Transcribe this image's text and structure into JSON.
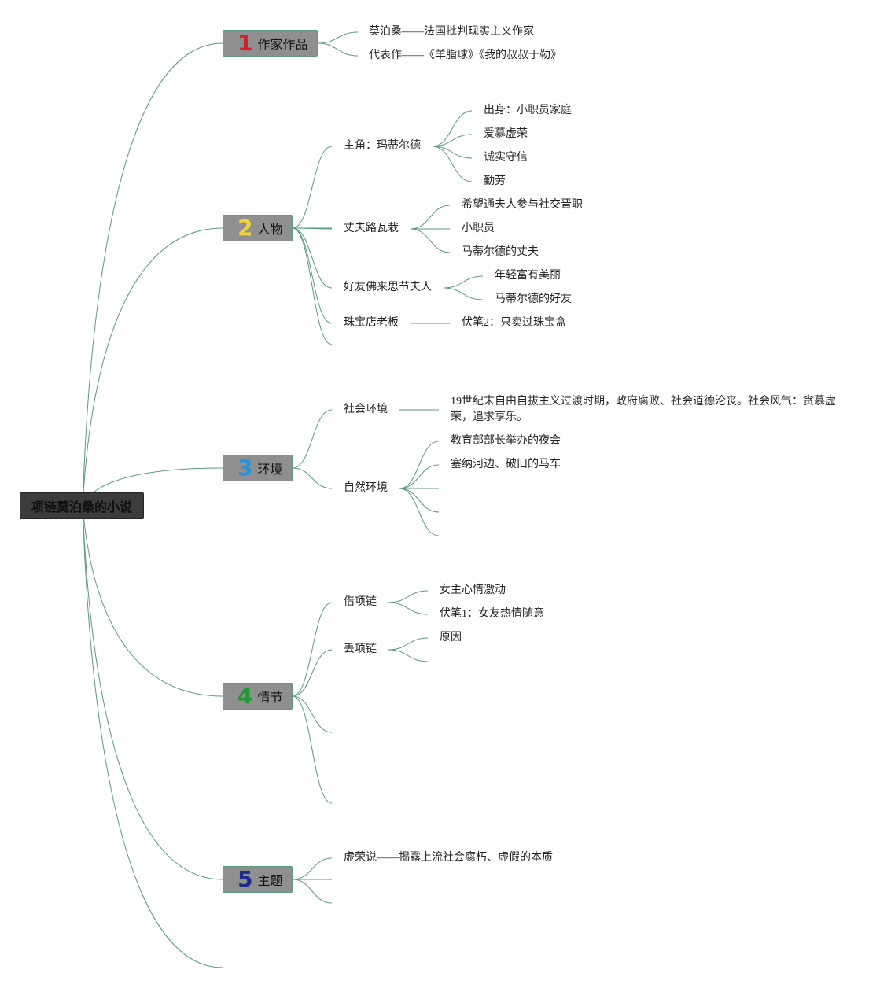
{
  "root": "项链莫泊桑的小说",
  "colors": {
    "line": "#5b9a80",
    "root_bg": "#3c3c3c",
    "branch_bg": "#8f8f8f",
    "num1": "#d0202a",
    "num2": "#f2d23a",
    "num3": "#2a90d8",
    "num4": "#1e9a2e",
    "num5": "#1c2a8c"
  },
  "branches": [
    {
      "num": "1",
      "label": "作家作品",
      "topics": [
        {
          "label": "莫泊桑——法国批判现实主义作家"
        },
        {
          "label": "代表作——《羊脂球》《我的叔叔于勒》"
        }
      ]
    },
    {
      "num": "2",
      "label": "人物",
      "topics": [
        {
          "label": "主角：玛蒂尔德",
          "children": [
            "出身：小职员家庭",
            "爱慕虚荣",
            "诚实守信",
            "勤劳"
          ]
        },
        {
          "label": "丈夫路瓦栽",
          "children": [
            "希望通夫人参与社交晋职",
            "小职员",
            "马蒂尔德的丈夫"
          ]
        },
        {
          "label": "好友佛来思节夫人",
          "children": [
            "年轻富有美丽",
            "马蒂尔德的好友"
          ]
        },
        {
          "label": "珠宝店老板",
          "children": [
            "伏笔2：只卖过珠宝盒"
          ]
        }
      ]
    },
    {
      "num": "3",
      "label": "环境",
      "topics": [
        {
          "label": "社会环境",
          "children": [
            "19世纪末自由自拔主义过渡时期，政府腐败、社会道德沦丧。社会风气：贪慕虚荣，追求享乐。"
          ]
        },
        {
          "label": "自然环境",
          "children": [
            "教育部部长举办的夜会",
            "塞纳河边、破旧的马车"
          ]
        }
      ]
    },
    {
      "num": "4",
      "label": "情节",
      "topics": [
        {
          "label": "借项链",
          "children": [
            "女主心情激动",
            "伏笔1：女友热情随意"
          ]
        },
        {
          "label": "丢项链",
          "children": [
            "原因"
          ]
        }
      ]
    },
    {
      "num": "5",
      "label": "主题",
      "topics": [
        {
          "label": "虚荣说——揭露上流社会腐朽、虚假的本质"
        }
      ]
    }
  ]
}
